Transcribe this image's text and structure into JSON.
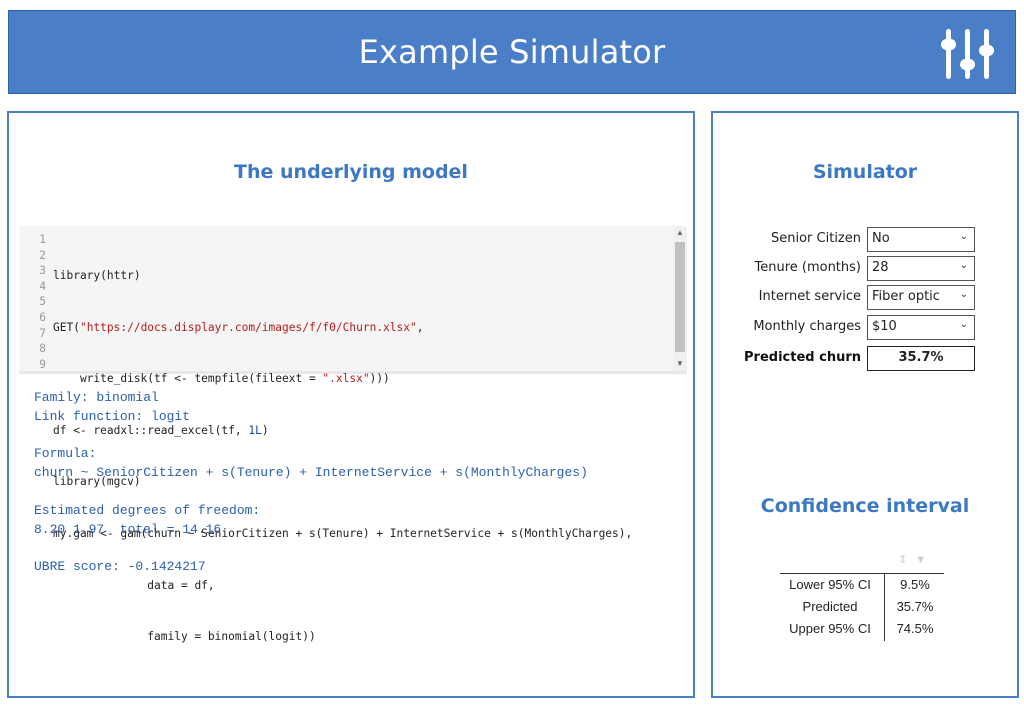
{
  "header": {
    "title": "Example Simulator",
    "icon": "sliders-icon",
    "color": "#4a7fc8"
  },
  "model": {
    "title": "The underlying model",
    "code_lines": [
      "library(httr)",
      "GET(\"https://docs.displayr.com/images/f/f0/Churn.xlsx\",",
      "    write_disk(tf <- tempfile(fileext = \".xlsx\")))",
      "df <- readxl::read_excel(tf, 1L)",
      "library(mgcv)",
      "my.gam <- gam(churn ~ SeniorCitizen + s(Tenure) + InternetService + s(MonthlyCharges),",
      "              data = df,",
      "              family = binomial(logit))",
      ""
    ],
    "line_numbers": [
      "1",
      "2",
      "3",
      "4",
      "5",
      "6",
      "7",
      "8",
      "9"
    ],
    "output_lines": [
      "Family: binomial",
      "Link function: logit",
      "",
      "Formula:",
      "churn ~ SeniorCitizen + s(Tenure) + InternetService + s(MonthlyCharges)",
      "",
      "Estimated degrees of freedom:",
      "8.20 1.97  total = 14.16",
      "",
      "UBRE score: -0.1424217"
    ]
  },
  "simulator": {
    "title": "Simulator",
    "fields": [
      {
        "label": "Senior Citizen",
        "value": "No"
      },
      {
        "label": "Tenure (months)",
        "value": "28"
      },
      {
        "label": "Internet service",
        "value": "Fiber optic"
      },
      {
        "label": "Monthly charges",
        "value": "$10"
      }
    ],
    "predicted_label": "Predicted churn",
    "predicted_value": "35.7%"
  },
  "confidence": {
    "title": "Confidence interval",
    "rows": [
      {
        "name": "Lower 95% CI",
        "value": "9.5%"
      },
      {
        "name": "Predicted",
        "value": "35.7%"
      },
      {
        "name": "Upper 95% CI",
        "value": "74.5%"
      }
    ]
  }
}
